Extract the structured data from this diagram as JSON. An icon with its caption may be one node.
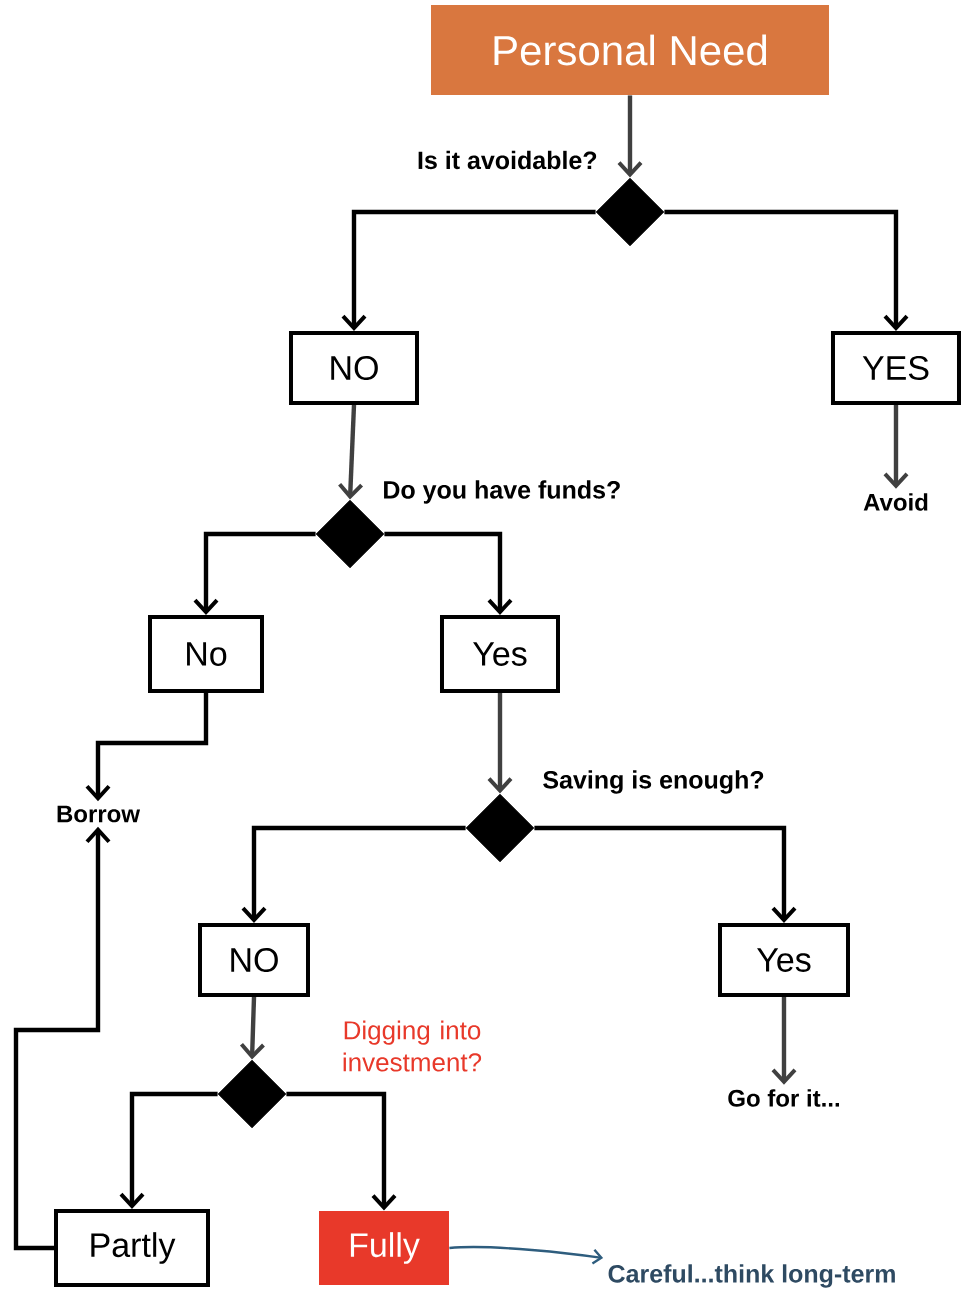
{
  "diagram": {
    "nodes": [
      {
        "text": [
          "Personal Need"
        ]
      },
      {
        "text": [],
        "shape": "diamond",
        "beside": [
          "Is it avoidable?"
        ]
      },
      {
        "text": [
          "NO"
        ]
      },
      {
        "text": [
          "YES"
        ]
      },
      {
        "text": [
          "Avoid"
        ]
      },
      {
        "text": [],
        "shape": "diamond",
        "beside": [
          "Do you have funds?"
        ]
      },
      {
        "text": [
          "No"
        ]
      },
      {
        "text": [
          "Yes"
        ]
      },
      {
        "text": [
          "Borrow"
        ]
      },
      {
        "text": [],
        "shape": "diamond",
        "beside": [
          "Saving is enough?"
        ]
      },
      {
        "text": [
          "NO"
        ]
      },
      {
        "text": [
          "Yes"
        ]
      },
      {
        "text": [
          "Go for it..."
        ]
      },
      {
        "text": [],
        "shape": "diamond",
        "beside": [
          "Digging into investment?"
        ]
      },
      {
        "text": [
          "Partly"
        ]
      },
      {
        "text": [
          "Fully"
        ]
      },
      {
        "text": [
          "Careful...think long-term"
        ]
      }
    ],
    "edges": [
      {
        "from": 0,
        "to": 1,
        "arrow": "to",
        "color": "#404040"
      },
      {
        "from": 1,
        "to": 2,
        "arrow": "to"
      },
      {
        "from": 1,
        "to": 3,
        "arrow": "to"
      },
      {
        "from": 2,
        "to": 5,
        "arrow": "to",
        "color": "#404040"
      },
      {
        "from": 3,
        "to": 4,
        "arrow": "to",
        "color": "#404040"
      },
      {
        "from": 5,
        "to": 6,
        "arrow": "to"
      },
      {
        "from": 5,
        "to": 7,
        "arrow": "to"
      },
      {
        "from": 6,
        "to": 8,
        "arrow": "to"
      },
      {
        "from": 7,
        "to": 9,
        "arrow": "to",
        "color": "#404040"
      },
      {
        "from": 9,
        "to": 10,
        "arrow": "to"
      },
      {
        "from": 9,
        "to": 11,
        "arrow": "to"
      },
      {
        "from": 10,
        "to": 13,
        "arrow": "to",
        "color": "#404040"
      },
      {
        "from": 11,
        "to": 12,
        "arrow": "to",
        "color": "#404040"
      },
      {
        "from": 13,
        "to": 14,
        "arrow": "to"
      },
      {
        "from": 13,
        "to": 15,
        "arrow": "to"
      },
      {
        "from": 14,
        "to": 8,
        "arrow": "to"
      },
      {
        "from": 15,
        "to": 16,
        "arrow": "to",
        "color": "#2e5d7e"
      }
    ]
  }
}
